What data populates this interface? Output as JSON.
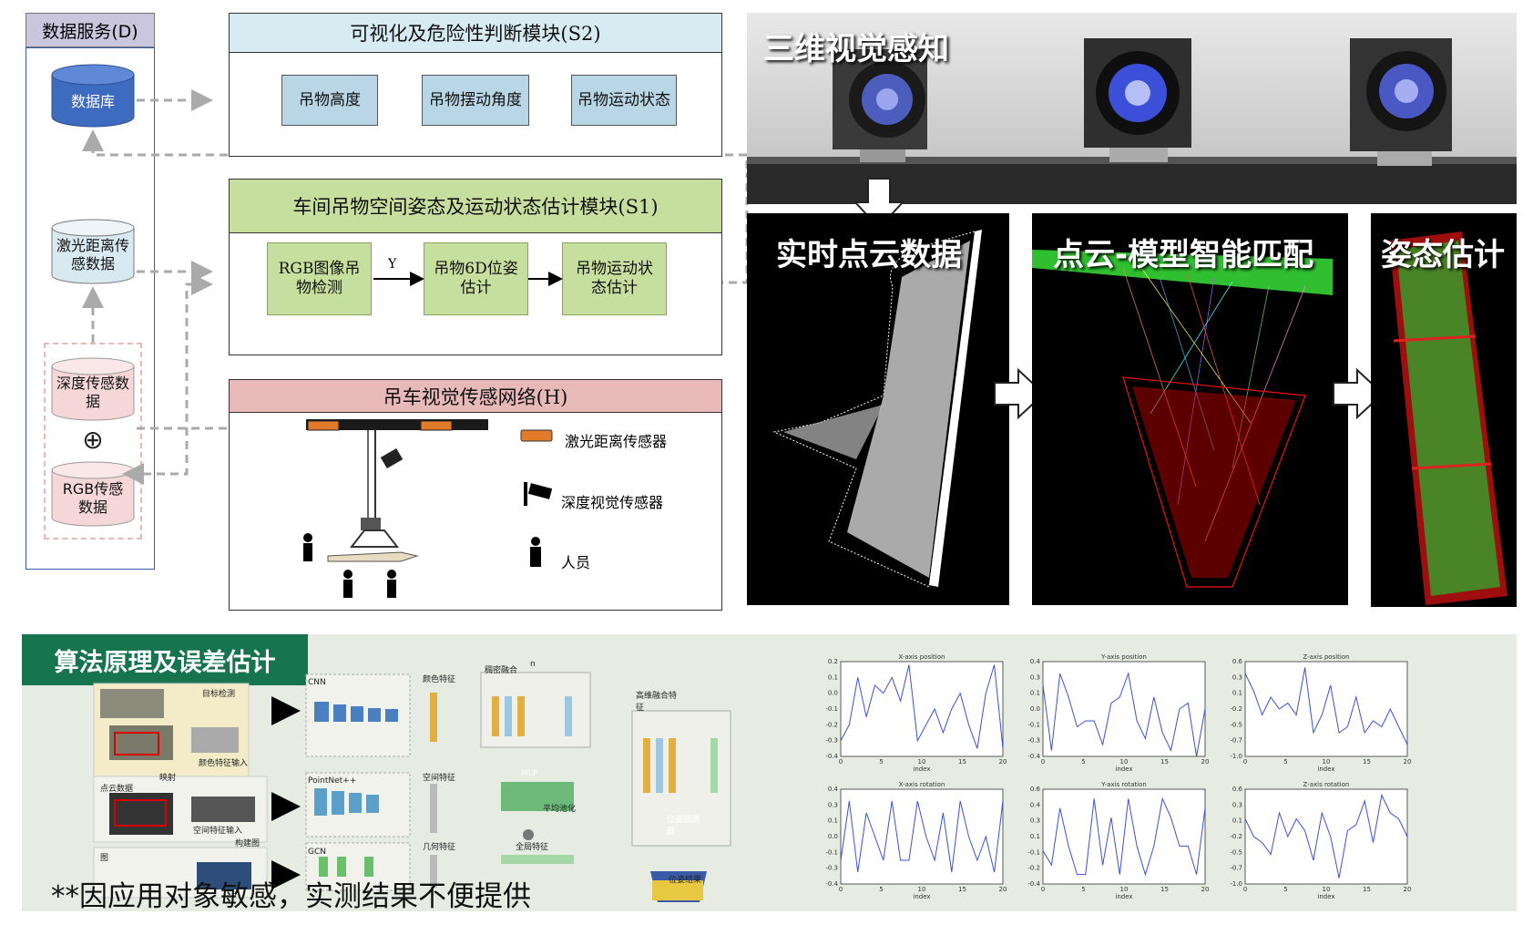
{
  "data_service": {
    "title": "数据服务(D)",
    "database": "数据库",
    "laser_data": "激光距离传感数据",
    "depth_data": "深度传感数据",
    "plus": "⊕",
    "rgb_data": "RGB传感数据"
  },
  "module_s2": {
    "title": "可视化及危险性判断模块(S2)",
    "nodes": [
      "吊物高度",
      "吊物摆动角度",
      "吊物运动状态"
    ]
  },
  "module_s1": {
    "title": "车间吊物空间姿态及运动状态估计模块(S1)",
    "nodes": [
      "RGB图像吊物检测",
      "吊物6D位姿估计",
      "吊物运动状态估计"
    ],
    "arrow_label": "Y"
  },
  "module_h": {
    "title": "吊车视觉传感网络(H)",
    "legend": [
      "激光距离传感器",
      "深度视觉传感器",
      "人员"
    ]
  },
  "vision": {
    "camera_title": "三维视觉感知",
    "pointcloud_title": "实时点云数据",
    "matching_title": "点云-模型智能匹配",
    "pose_title": "姿态估计"
  },
  "algorithm": {
    "title": "算法原理及误差估计",
    "note": "**因应用对象敏感，实测结果不便提供",
    "labels": {
      "target_detect": "目标检测",
      "color_input": "颜色特征输入",
      "map": "映射",
      "pointcloud_data": "点云数据",
      "spatial_input": "空间特征输入",
      "build_graph": "构建图",
      "graph": "图",
      "cnn": "CNN",
      "pointnet": "PointNet++",
      "gcn": "GCN",
      "color_feat": "颜色特征",
      "spatial_feat": "空间特征",
      "geo_feat": "几何特征",
      "dense_fusion": "稠密融合",
      "high_fusion": "高维融合特征",
      "mlp": "MLP",
      "avg_pool": "平均池化",
      "global_feat": "全局特征",
      "pose_predictor": "位姿预测器",
      "pose_result": "位姿结果",
      "n": "n"
    }
  },
  "plots": {
    "titles": [
      "X-axis position",
      "Y-axis position",
      "Z-axis position",
      "X-axis rotation",
      "Y-axis rotation",
      "Z-axis rotation"
    ],
    "xlabel": "index",
    "line_color": "#3b4fd8"
  },
  "chart_data": [
    {
      "type": "line",
      "title": "X-axis position",
      "xlabel": "index",
      "ylabel": "",
      "xlim": [
        0,
        20
      ],
      "ylim": [
        -0.4,
        0.2
      ],
      "series": [
        {
          "values": [
            -0.3,
            -0.2,
            0.1,
            -0.15,
            0.05,
            0.0,
            0.1,
            -0.05,
            0.18,
            -0.3,
            -0.2,
            -0.1,
            -0.25,
            -0.1,
            0.0,
            -0.2,
            -0.35,
            0.0,
            0.18,
            -0.35
          ]
        }
      ]
    },
    {
      "type": "line",
      "title": "Y-axis position",
      "xlabel": "index",
      "ylabel": "",
      "xlim": [
        0,
        20
      ],
      "ylim": [
        -0.4,
        0.4
      ],
      "series": [
        {
          "values": [
            0.2,
            -0.35,
            0.3,
            0.1,
            -0.15,
            -0.1,
            -0.1,
            -0.3,
            0.05,
            0.1,
            0.3,
            -0.1,
            -0.25,
            0.1,
            -0.2,
            -0.35,
            0.0,
            0.05,
            -0.4,
            0.0
          ]
        }
      ]
    },
    {
      "type": "line",
      "title": "Z-axis position",
      "xlabel": "index",
      "ylabel": "",
      "xlim": [
        0,
        20
      ],
      "ylim": [
        -1.0,
        0.6
      ],
      "series": [
        {
          "values": [
            0.4,
            0.1,
            -0.3,
            0.0,
            -0.2,
            -0.1,
            -0.3,
            0.5,
            -0.6,
            -0.3,
            0.2,
            -0.6,
            -0.5,
            0.0,
            -0.6,
            -0.4,
            -0.5,
            -0.2,
            -0.5,
            -0.8
          ]
        }
      ]
    },
    {
      "type": "line",
      "title": "X-axis rotation",
      "xlabel": "index",
      "ylabel": "",
      "xlim": [
        0,
        20
      ],
      "ylim": [
        -0.4,
        0.4
      ],
      "series": [
        {
          "values": [
            -0.2,
            0.3,
            -0.3,
            0.2,
            0.0,
            -0.2,
            0.3,
            -0.2,
            -0.2,
            0.3,
            0.0,
            -0.2,
            0.2,
            -0.3,
            0.3,
            0.0,
            -0.2,
            0.0,
            -0.3,
            0.3
          ]
        }
      ]
    },
    {
      "type": "line",
      "title": "Y-axis rotation",
      "xlabel": "index",
      "ylabel": "",
      "xlim": [
        0,
        20
      ],
      "ylim": [
        -0.4,
        0.6
      ],
      "series": [
        {
          "values": [
            -0.05,
            -0.2,
            0.4,
            0.0,
            -0.3,
            -0.3,
            0.5,
            -0.2,
            0.3,
            -0.3,
            0.5,
            0.0,
            -0.3,
            0.0,
            0.5,
            0.3,
            0.0,
            0.0,
            -0.3,
            0.4
          ]
        }
      ]
    },
    {
      "type": "line",
      "title": "Z-axis rotation",
      "xlabel": "index",
      "ylabel": "",
      "xlim": [
        0,
        20
      ],
      "ylim": [
        -1.0,
        0.6
      ],
      "series": [
        {
          "values": [
            0.1,
            -0.2,
            -0.3,
            -0.5,
            0.2,
            -0.2,
            0.1,
            -0.1,
            -0.6,
            0.2,
            -0.2,
            -0.9,
            -0.1,
            0.0,
            0.4,
            -0.3,
            0.5,
            0.2,
            0.1,
            -0.2
          ]
        }
      ]
    }
  ]
}
